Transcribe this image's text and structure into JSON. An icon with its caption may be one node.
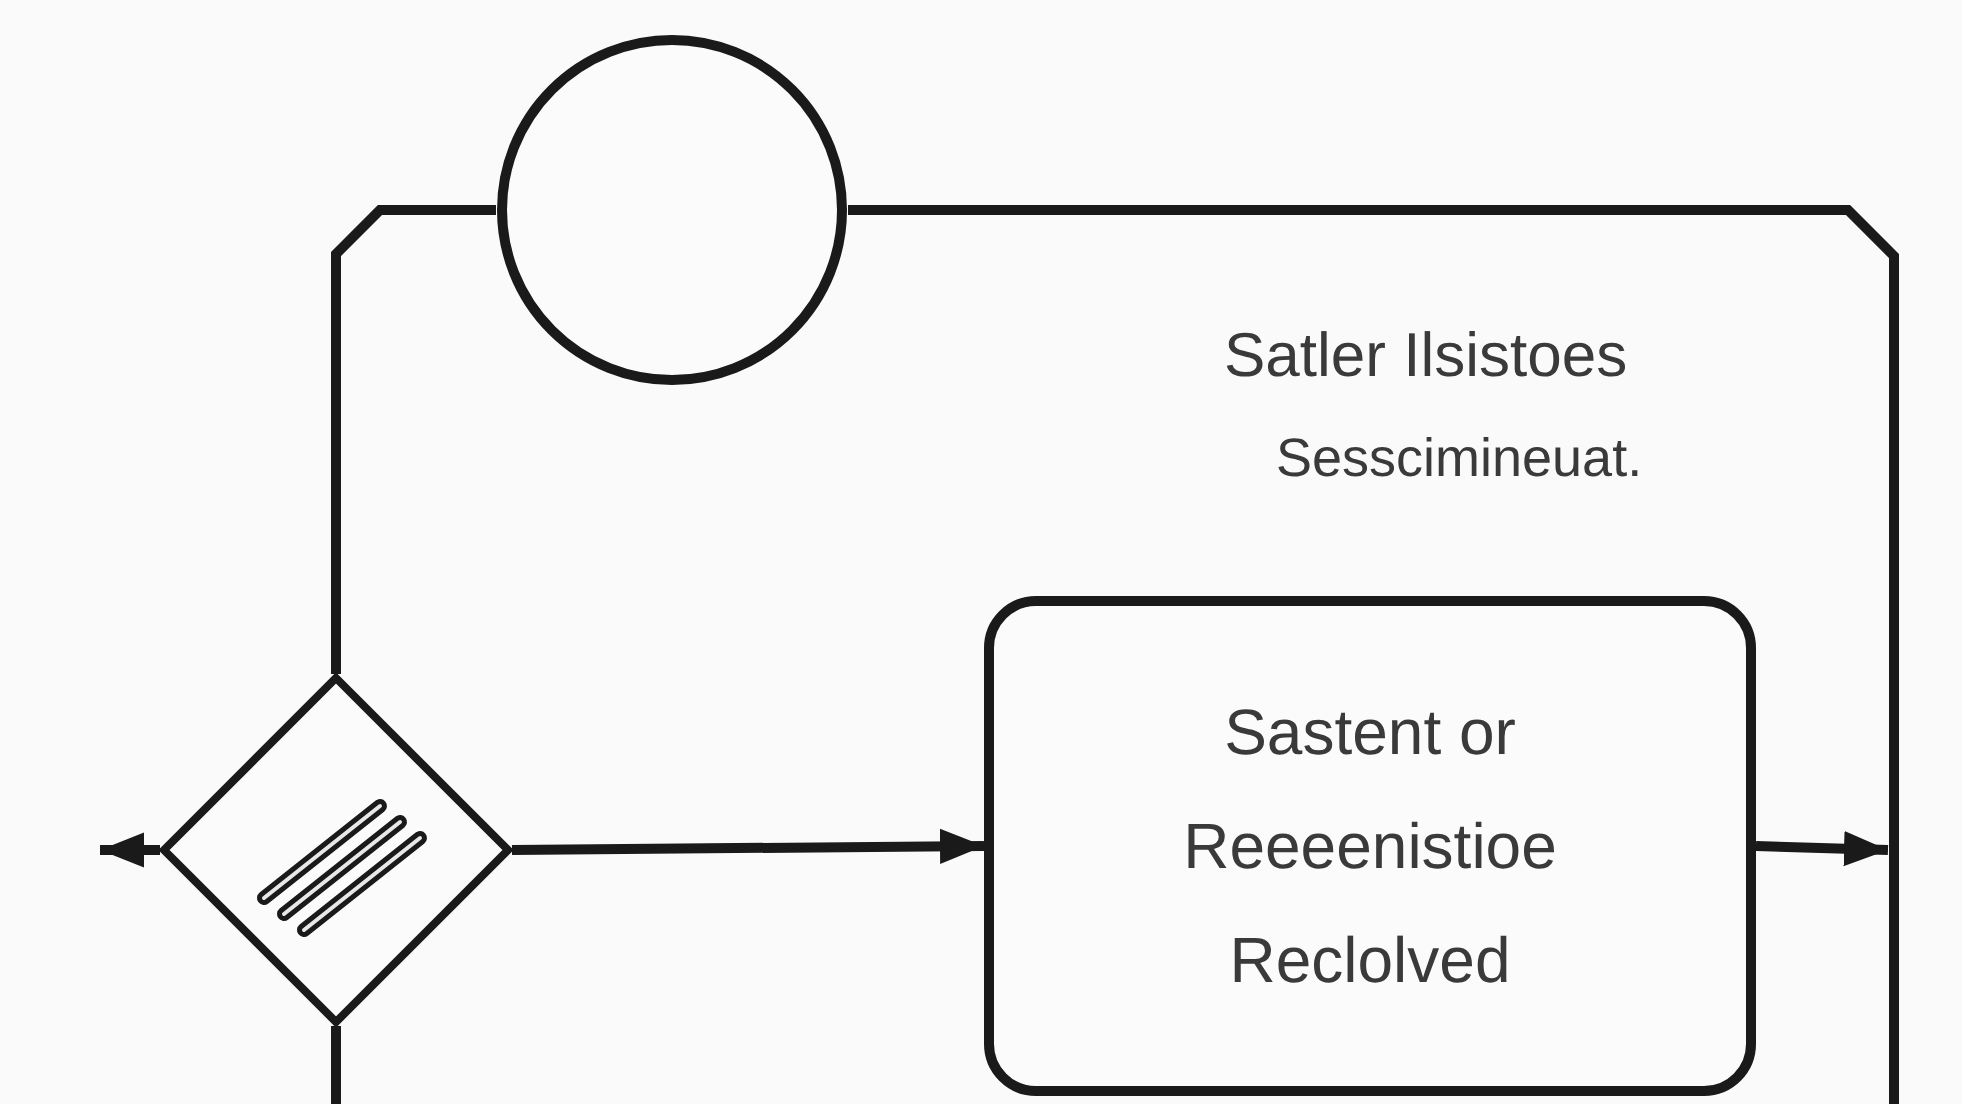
{
  "diagram": {
    "nodes": [
      {
        "text": [],
        "shape": "circle"
      },
      {
        "text": [],
        "shape": "diamond"
      },
      {
        "text": [
          "Sastent or Reeeenistioe Reclolved"
        ]
      }
    ],
    "edges": [
      {
        "from": 1,
        "to": 0,
        "arrow": "none"
      },
      {
        "from": 0,
        "to": null,
        "arrow": "none"
      },
      {
        "from": 1,
        "to": 2,
        "arrow": "to"
      },
      {
        "from": 2,
        "to": null,
        "arrow": "to"
      },
      {
        "from": 1,
        "to": null,
        "arrow": "to"
      },
      {
        "from": 1,
        "to": null,
        "arrow": "none"
      }
    ],
    "labels": [
      "Satler Ilsistoes",
      "Sesscimineuat."
    ]
  }
}
